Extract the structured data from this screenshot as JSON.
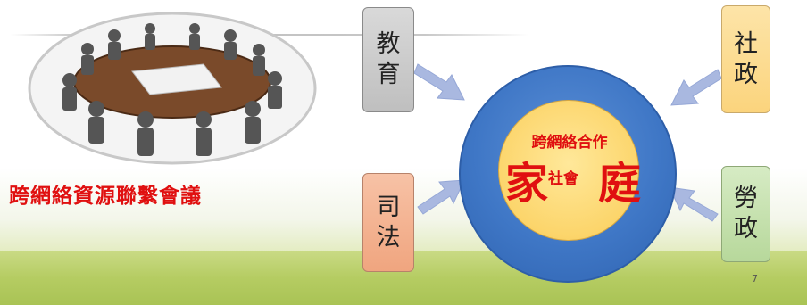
{
  "heading": "跨網絡資源聯繫會議",
  "boxes": {
    "education": [
      "教",
      "育"
    ],
    "judicial": [
      "司",
      "法"
    ],
    "social_admin": [
      "社",
      "政"
    ],
    "labor_admin": [
      "勞",
      "政"
    ]
  },
  "center": {
    "title": "跨網絡合作",
    "big_left": "家",
    "middle": "社會",
    "big_right": "庭"
  },
  "page_number": "7",
  "colors": {
    "heading": "#e01010",
    "outer_circle": "#3f77c6",
    "inner_circle": "#fcd56b",
    "arrow": "#a9b8e0"
  },
  "image": {
    "meeting_table": "meeting-table-image"
  }
}
